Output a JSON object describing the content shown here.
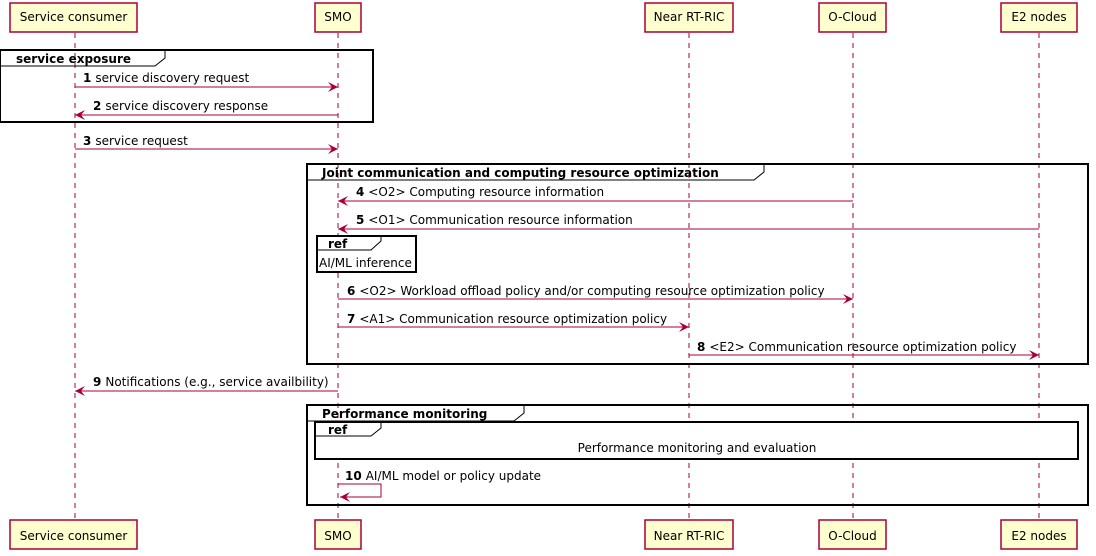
{
  "diagram": {
    "type": "sequence",
    "colors": {
      "participant_fill": "#FEFECE",
      "participant_border": "#A80036",
      "arrow": "#A80036",
      "lifeline": "#A80036",
      "frame": "#000000",
      "ref_fill": "#FFFFFF"
    },
    "participants": [
      "Service consumer",
      "SMO",
      "Near RT-RIC",
      "O-Cloud",
      "E2 nodes"
    ],
    "groups": [
      {
        "title": "service exposure"
      },
      {
        "title": "Joint communication and computing resource optimization"
      },
      {
        "title": "Performance monitoring"
      }
    ],
    "refs": [
      {
        "tag": "ref",
        "text": "AI/ML inference"
      },
      {
        "tag": "ref",
        "text": "Performance monitoring and evaluation"
      }
    ],
    "messages": [
      {
        "num": "1",
        "text": "service discovery request"
      },
      {
        "num": "2",
        "text": "service discovery response"
      },
      {
        "num": "3",
        "text": "service request"
      },
      {
        "num": "4",
        "text": "<O2> Computing resource information"
      },
      {
        "num": "5",
        "text": "<O1> Communication resource information"
      },
      {
        "num": "6",
        "text": "<O2> Workload offload policy and/or computing resource optimization policy"
      },
      {
        "num": "7",
        "text": "<A1> Communication resource optimization policy"
      },
      {
        "num": "8",
        "text": "<E2> Communication resource optimization policy"
      },
      {
        "num": "9",
        "text": "Notifications (e.g., service availbility)"
      },
      {
        "num": "10",
        "text": "AI/ML model or policy update"
      }
    ]
  }
}
